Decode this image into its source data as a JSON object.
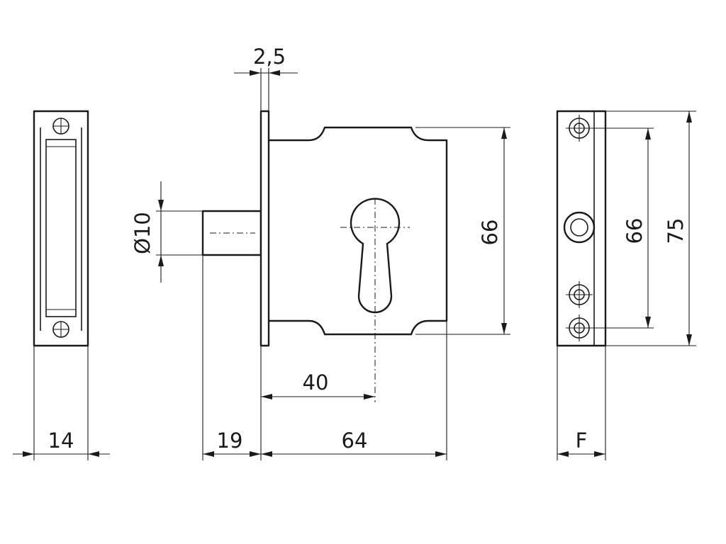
{
  "drawing": {
    "front_plate": {
      "width_label": "14"
    },
    "lock_side": {
      "plate_thickness_label": "2,5",
      "bolt_diameter_label": "Ø10",
      "bolt_projection_label": "19",
      "backset_label": "40",
      "body_depth_label": "64",
      "body_height_label": "66"
    },
    "strike_plate": {
      "hole_spacing_label": "66",
      "plate_height_label": "75",
      "width_label": "F"
    }
  }
}
